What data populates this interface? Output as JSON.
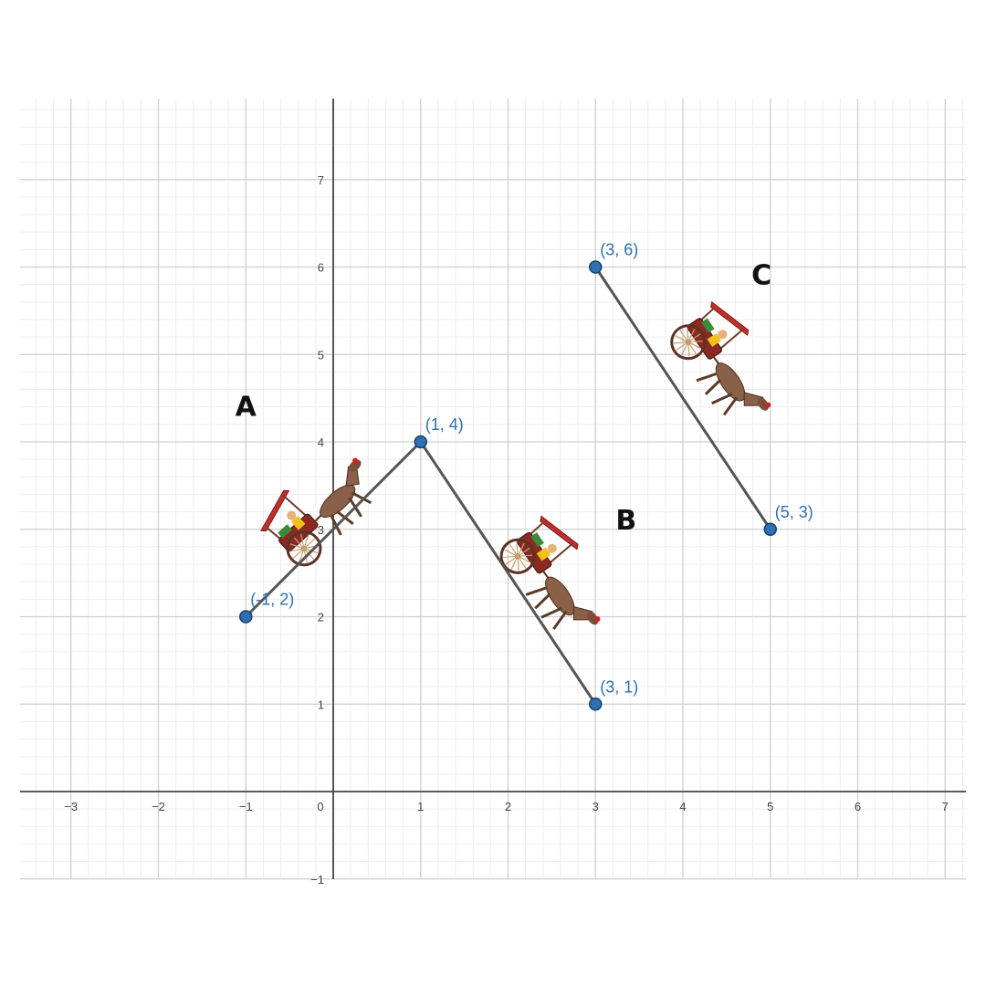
{
  "chart_data": {
    "type": "scatter",
    "title": "",
    "xlabel": "",
    "ylabel": "",
    "xlim": [
      -3.6,
      7.3
    ],
    "ylim": [
      -1,
      8
    ],
    "grid": true,
    "x_ticks": [
      "−3",
      "−2",
      "−1",
      "0",
      "1",
      "2",
      "3",
      "4",
      "5",
      "6",
      "7"
    ],
    "y_ticks": [
      "−1",
      "1",
      "2",
      "3",
      "4",
      "5",
      "6",
      "7"
    ],
    "points": [
      {
        "x": -1,
        "y": 2,
        "label": "(-1, 2)"
      },
      {
        "x": 1,
        "y": 4,
        "label": "(1, 4)"
      },
      {
        "x": 3,
        "y": 1,
        "label": "(3, 1)"
      },
      {
        "x": 3,
        "y": 6,
        "label": "(3, 6)"
      },
      {
        "x": 5,
        "y": 3,
        "label": "(5, 3)"
      }
    ],
    "segments": [
      {
        "from": [
          -1,
          2
        ],
        "to": [
          1,
          4
        ]
      },
      {
        "from": [
          1,
          4
        ],
        "to": [
          3,
          1
        ]
      },
      {
        "from": [
          3,
          6
        ],
        "to": [
          5,
          3
        ]
      }
    ],
    "images": [
      {
        "name": "carriage-a",
        "label": "A",
        "cx": -0.15,
        "cy": 3.2,
        "label_x": -1.0,
        "label_y": 4.3,
        "angle": -42
      },
      {
        "name": "carriage-b",
        "label": "B",
        "cx": 2.5,
        "cy": 2.45,
        "label_x": 3.35,
        "label_y": 3.0,
        "angle": 56
      },
      {
        "name": "carriage-c",
        "label": "C",
        "cx": 4.45,
        "cy": 4.9,
        "label_x": 4.9,
        "label_y": 5.8,
        "angle": 56
      }
    ],
    "colors": {
      "point": "#2d70b3",
      "point_stroke": "#1a3f66",
      "segment": "#555555",
      "axis": "#444444",
      "grid_major": "#cfcfcf",
      "grid_minor": "#ededed"
    }
  }
}
